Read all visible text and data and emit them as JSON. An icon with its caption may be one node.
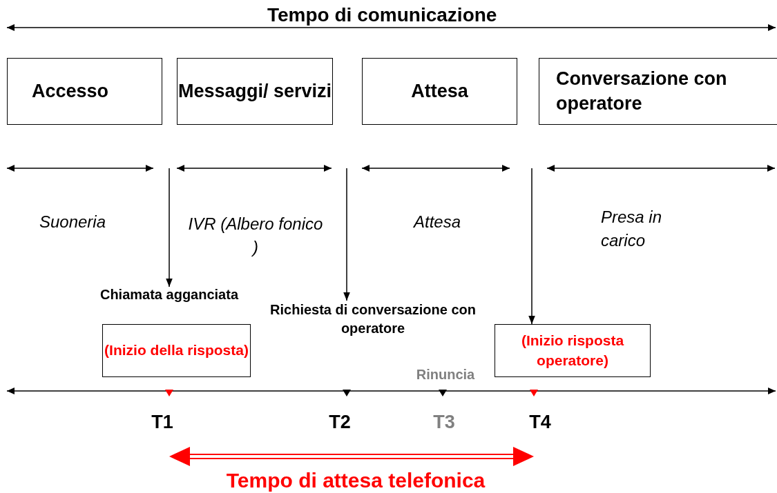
{
  "diagram": {
    "title": "Tempo di comunicazione",
    "nodes": [
      {
        "text": [
          "Accesso"
        ]
      },
      {
        "text": [
          "Messaggi/ servizi"
        ]
      },
      {
        "text": [
          "Attesa"
        ]
      },
      {
        "text": [
          "Conversazione con operatore"
        ]
      },
      {
        "text": [
          "Chiamata agganciata"
        ]
      },
      {
        "text": [
          "Richiesta di conversazione con operatore"
        ]
      },
      {
        "text": [
          "(Inizio della risposta)"
        ]
      },
      {
        "text": [
          "(Inizio risposta operatore)"
        ]
      }
    ],
    "edges": [
      {
        "from": null,
        "to": 4,
        "arrow": "to"
      },
      {
        "from": null,
        "to": 5,
        "arrow": "to"
      },
      {
        "from": null,
        "to": 7,
        "arrow": "to"
      }
    ],
    "labels": [
      "Suoneria",
      "IVR (Albero fonico )",
      "Attesa",
      "Presa in carico",
      "Rinuncia",
      "T1",
      "T2",
      "T3",
      "T4",
      "Tempo di attesa telefonica"
    ]
  }
}
